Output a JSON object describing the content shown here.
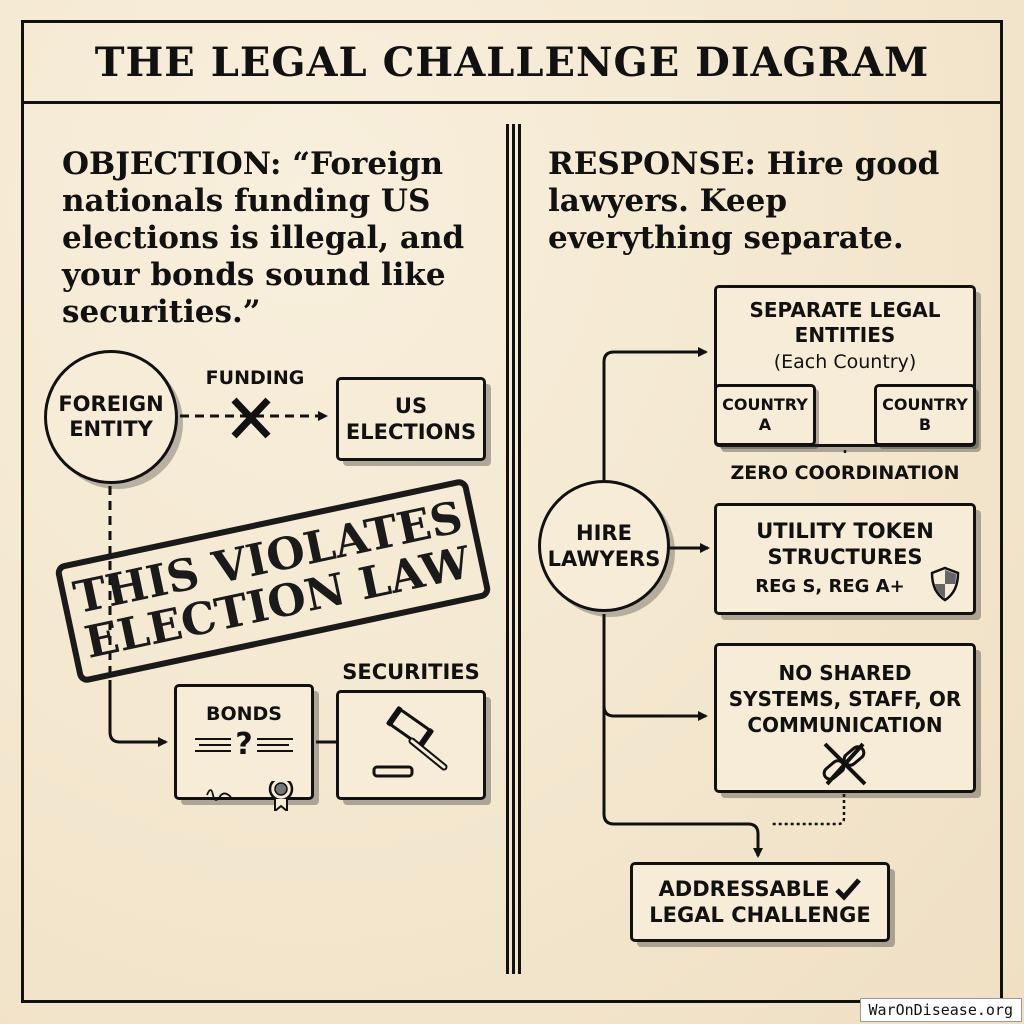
{
  "title": "THE LEGAL CHALLENGE DIAGRAM",
  "objection": {
    "label": "OBJECTION:",
    "lines": [
      "“Foreign",
      "nationals funding US",
      "elections is illegal, and",
      "your bonds sound like",
      "securities.”"
    ]
  },
  "response": {
    "label": "RESPONSE:",
    "lines": [
      "Hire good",
      "lawyers. Keep",
      "everything separate."
    ]
  },
  "left_diagram": {
    "foreign_entity": [
      "FOREIGN",
      "ENTITY"
    ],
    "funding_label": "FUNDING",
    "us_elections": [
      "US",
      "ELECTIONS"
    ],
    "stamp": [
      "THIS VIOLATES",
      "ELECTION LAW"
    ],
    "bonds_label": "BONDS",
    "bonds_symbol": "?",
    "securities_label": "SECURITIES"
  },
  "right_diagram": {
    "hire_lawyers": [
      "HIRE",
      "LAWYERS"
    ],
    "separate_entities": [
      "SEPARATE LEGAL",
      "ENTITIES"
    ],
    "separate_entities_sub": "(Each Country)",
    "country_a": [
      "COUNTRY",
      "A"
    ],
    "country_b": [
      "COUNTRY",
      "B"
    ],
    "zero_coordination": "ZERO COORDINATION",
    "utility_token": [
      "UTILITY TOKEN",
      "STRUCTURES"
    ],
    "utility_token_sub": "REG S, REG A+",
    "no_shared": [
      "NO SHARED",
      "SYSTEMS, STAFF, OR",
      "COMMUNICATION"
    ],
    "addressable": [
      "ADDRESSABLE",
      "LEGAL CHALLENGE"
    ]
  },
  "watermark": "WarOnDisease.org"
}
